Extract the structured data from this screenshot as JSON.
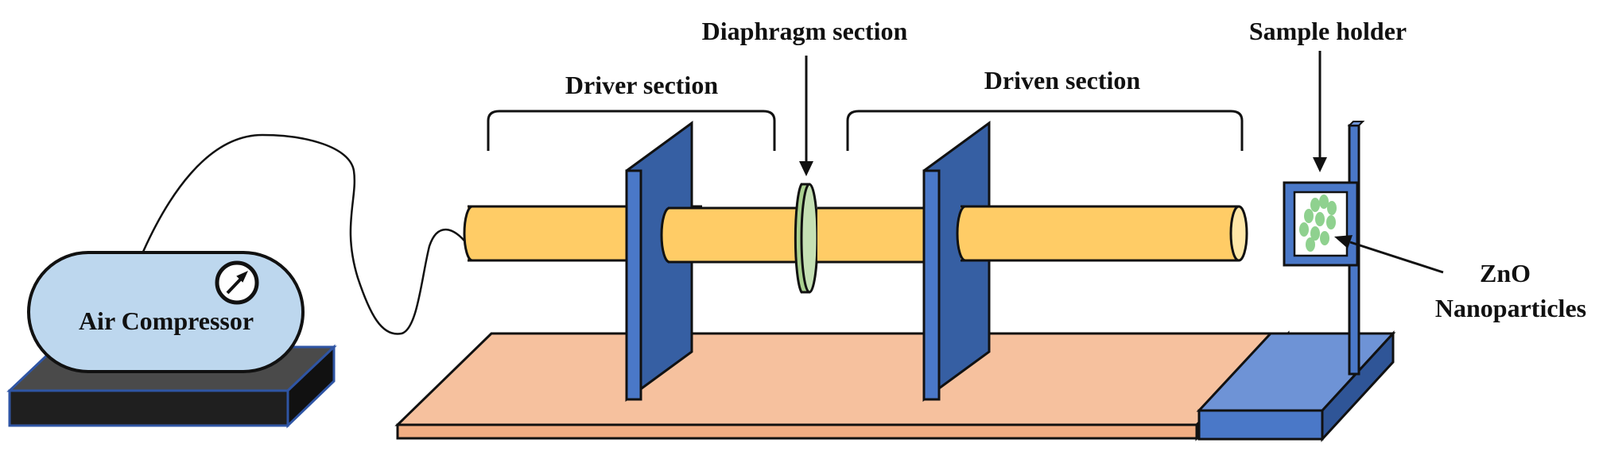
{
  "labels": {
    "diaphragm": "Diaphragm section",
    "sample_holder": "Sample holder",
    "driver": "Driver section",
    "driven": "Driven section",
    "air_compressor": "Air Compressor",
    "zno_line1": "ZnO",
    "zno_line2": "Nanoparticles"
  },
  "colors": {
    "tube": "#FFCC66",
    "tube_end": "#FFE7A8",
    "plate_front": "#365FA3",
    "plate_side": "#4A78C8",
    "base_top": "#F6C19E",
    "base_front": "#F2AE83",
    "stand_top": "#6E93D6",
    "stand_front": "#4A78C8",
    "diaphragm": "#A9D08E",
    "compressor": "#BDD7EE",
    "compressor_base": "#2A2A2A",
    "particles": "#8FD18F"
  }
}
